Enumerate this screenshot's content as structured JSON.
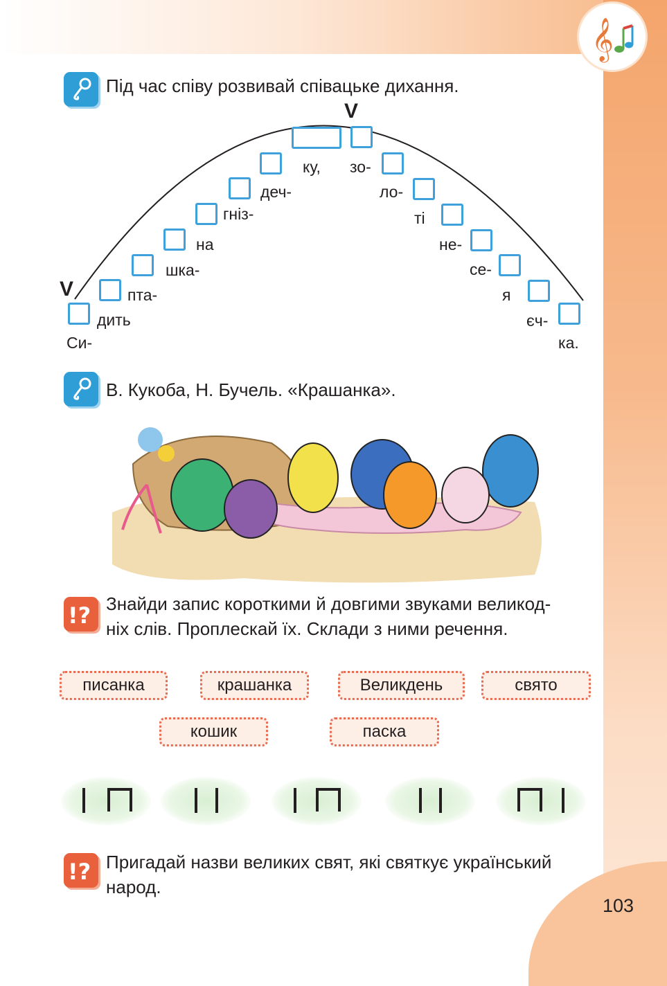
{
  "page_number": "103",
  "sections": {
    "singing_breath": {
      "instruction": "Під час співу розвивай співацьке дихання."
    },
    "arch": {
      "syllables": [
        "Си-",
        "дить",
        "пта-",
        "шка-",
        "на",
        "гніз-",
        "деч-",
        "ку,",
        "зо-",
        "ло-",
        "ті",
        "не-",
        "се-",
        "я",
        "єч-",
        "ка."
      ],
      "breath_marks": [
        "V",
        "V"
      ]
    },
    "song": {
      "title": "В. Кукоба, Н. Бучель. «Крашанка»."
    },
    "task1": {
      "line1": "Знайди запис короткими й довгими звуками великод-",
      "line2": "ніх слів. Проплескай їх. Склади з ними речення."
    },
    "words": [
      "писанка",
      "крашанка",
      "Великдень",
      "свято",
      "кошик",
      "паска"
    ],
    "task2": {
      "line1": "Пригадай назви великих свят, які святкує український",
      "line2": "народ."
    },
    "rhythms": [
      [
        "short",
        "long"
      ],
      [
        "short",
        "short"
      ],
      [
        "short",
        "long"
      ],
      [
        "short",
        "short"
      ],
      [
        "long",
        "short"
      ]
    ],
    "colors": {
      "accent_blue": "#3ea1db",
      "accent_orange": "#f4a56c",
      "icon_red": "#e9603c"
    },
    "icons": [
      "music-notes-icon",
      "microphone-icon",
      "microphone-icon",
      "question-exclaim-icon",
      "question-exclaim-icon"
    ]
  }
}
